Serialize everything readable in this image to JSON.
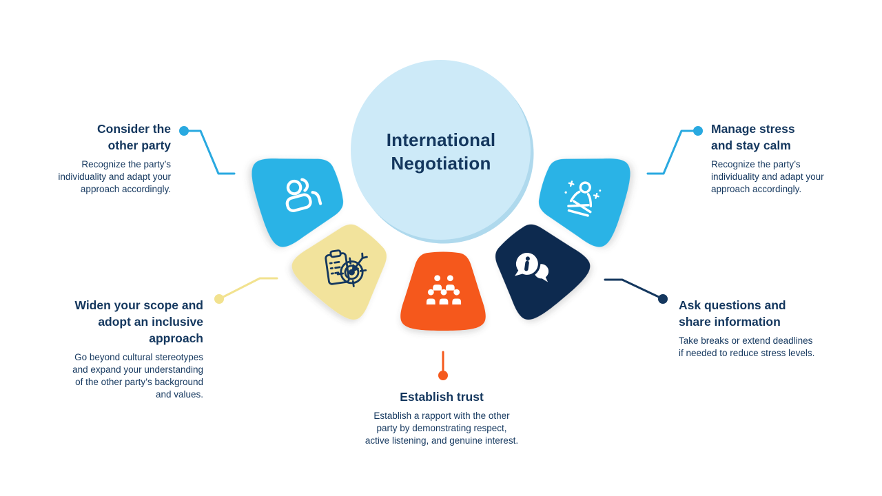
{
  "title": "International\nNegotiation",
  "callouts": [
    {
      "id": "consider",
      "title": "Consider the\nother party",
      "body": "Recognize the party’s\nindividuality and adapt your\napproach accordingly.",
      "icon": "people-icon",
      "accent": "#29A9E0"
    },
    {
      "id": "widen",
      "title": "Widen your scope and\nadopt an inclusive\napproach",
      "body": "Go beyond cultural stereotypes\nand expand your understanding\nof the other party’s background\nand values.",
      "icon": "clipboard-target-icon",
      "accent": "#F2E28F"
    },
    {
      "id": "establish",
      "title": "Establish trust",
      "body": "Establish a rapport with the other\nparty by demonstrating respect,\nactive listening, and genuine interest.",
      "icon": "team-icon",
      "accent": "#F5591D"
    },
    {
      "id": "manage",
      "title": "Manage stress\nand stay calm",
      "body": "Recognize the party’s\nindividuality and adapt your\napproach accordingly.",
      "icon": "meditation-icon",
      "accent": "#29A9E0"
    },
    {
      "id": "ask",
      "title": "Ask questions and\nshare information",
      "body": "Take breaks or extend deadlines\nif needed to reduce stress levels.",
      "icon": "chat-info-icon",
      "accent": "#14375E"
    }
  ],
  "colors": {
    "background": "#FFFFFF",
    "circle_fill": "#CDEAF8",
    "circle_rim": "#AFD9ED",
    "petal_cyan": "#29B3E6",
    "petal_yellow": "#F2E39C",
    "petal_orange": "#F5591D",
    "petal_navy": "#0F2B50",
    "heading_text": "#14375E",
    "body_text": "#14375E",
    "connector_cyan": "#29A9E0",
    "connector_yellow": "#F2E28F",
    "connector_orange": "#F5591D",
    "connector_navy": "#14375E"
  }
}
